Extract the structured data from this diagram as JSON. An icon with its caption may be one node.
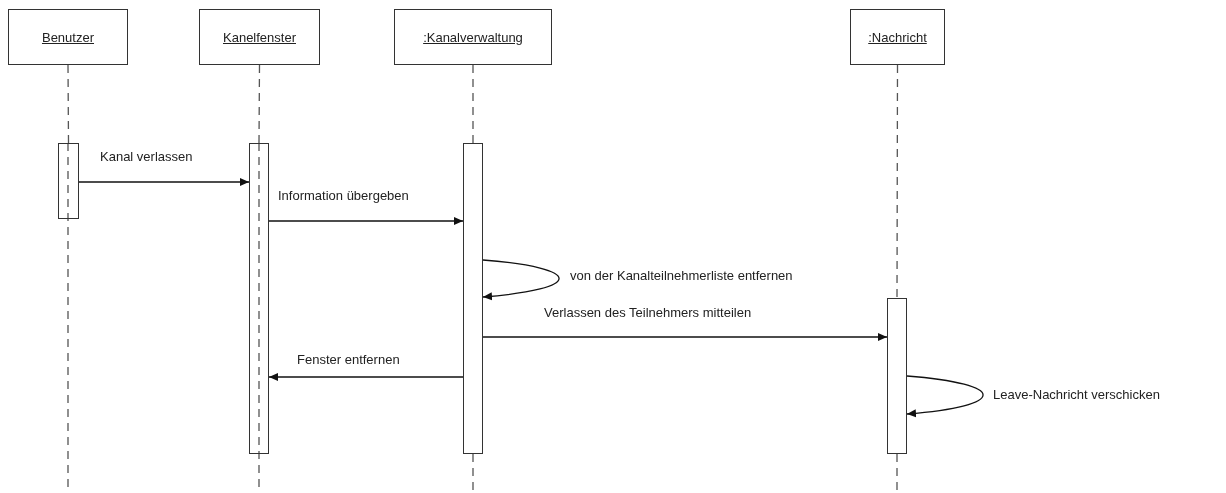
{
  "diagram": {
    "nodes": [
      {
        "text": [
          "Benutzer"
        ]
      },
      {
        "text": [
          "Kanelfenster"
        ]
      },
      {
        "text": [
          ":Kanalverwaltung"
        ]
      },
      {
        "text": [
          ":Nachricht"
        ]
      },
      {
        "text": [],
        "shape": "bar"
      },
      {
        "text": [],
        "shape": "bar"
      },
      {
        "text": [],
        "shape": "bar"
      },
      {
        "text": [],
        "shape": "bar"
      }
    ],
    "edges": [
      {
        "from": 0,
        "to": 4,
        "arrow": "none",
        "style": "dashed"
      },
      {
        "from": 1,
        "to": 5,
        "arrow": "none",
        "style": "dashed"
      },
      {
        "from": 2,
        "to": 6,
        "arrow": "none",
        "style": "dashed"
      },
      {
        "from": 3,
        "to": 7,
        "arrow": "none",
        "style": "dashed"
      },
      {
        "from": 4,
        "to": 5,
        "arrow": "to",
        "label": "Kanal verlassen"
      },
      {
        "from": 5,
        "to": 6,
        "arrow": "to",
        "label": "Information übergeben"
      },
      {
        "from": 6,
        "to": 6,
        "arrow": "to",
        "label": "von der Kanalteilnehmerliste entfernen"
      },
      {
        "from": 6,
        "to": 7,
        "arrow": "to",
        "label": "Verlassen des Teilnehmers mitteilen"
      },
      {
        "from": 6,
        "to": 5,
        "arrow": "to",
        "label": "Fenster entfernen"
      },
      {
        "from": 7,
        "to": 7,
        "arrow": "to",
        "label": "Leave-Nachricht verschicken"
      }
    ]
  }
}
